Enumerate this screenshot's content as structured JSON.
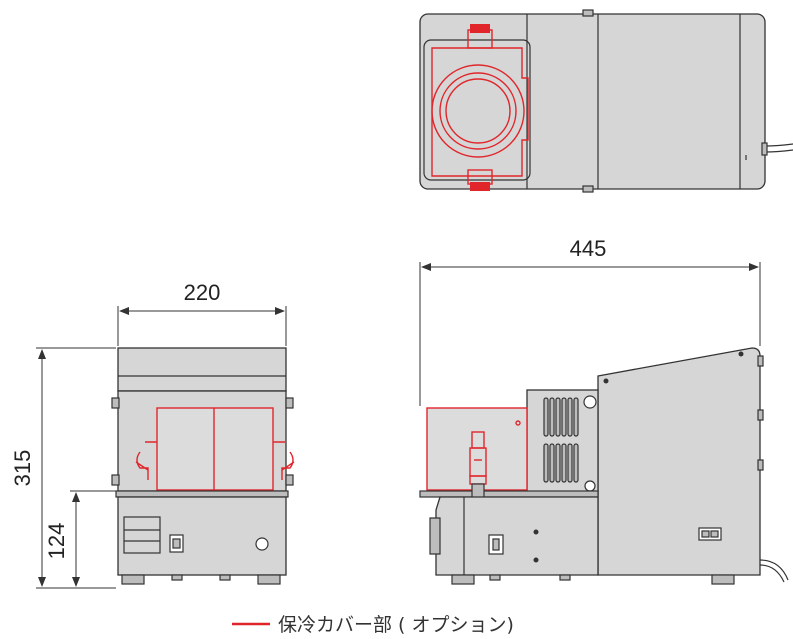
{
  "dimensions": {
    "front_width": "220",
    "side_width": "445",
    "total_height": "315",
    "base_height": "124"
  },
  "legend": {
    "label": "保冷カバー部 ( オプション)",
    "color": "#e0262b"
  },
  "colors": {
    "body": "#d6d6d6",
    "outline": "#333333",
    "option_cover": "#e0262b"
  }
}
